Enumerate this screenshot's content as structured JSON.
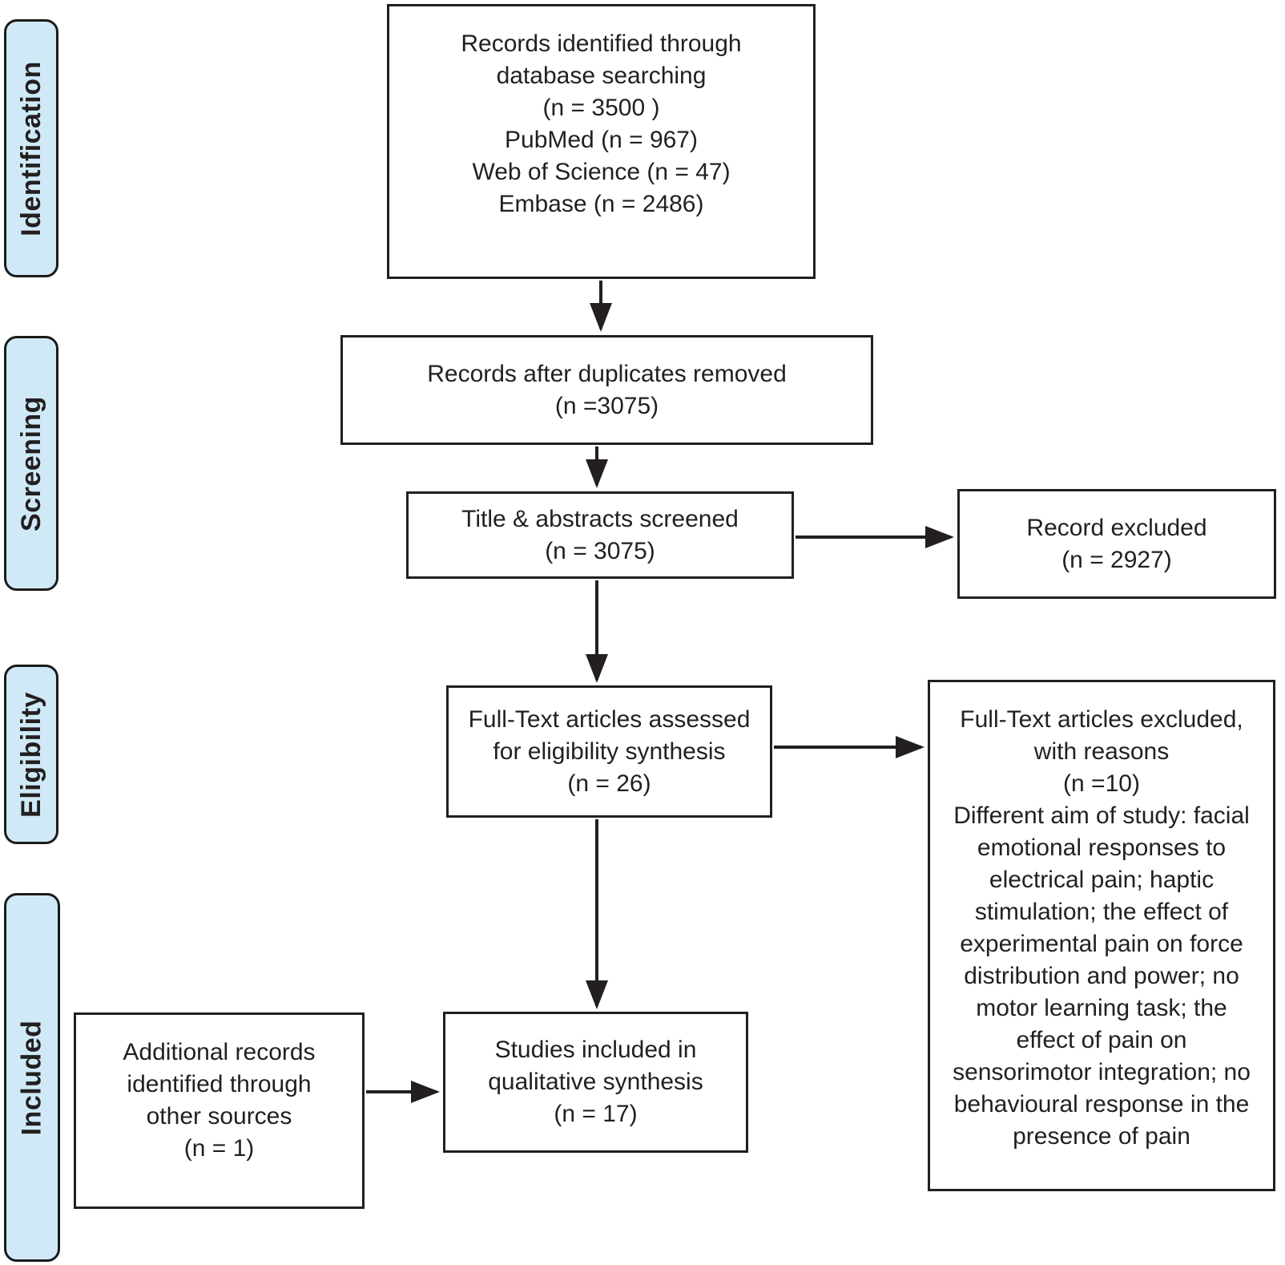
{
  "figure": {
    "type": "prisma-flow-diagram",
    "stages": [
      {
        "id": "identification",
        "label": "Identification"
      },
      {
        "id": "screening",
        "label": "Screening"
      },
      {
        "id": "eligibility",
        "label": "Eligibility"
      },
      {
        "id": "included",
        "label": "Included"
      }
    ],
    "boxes": {
      "records_identified": "Records identified through\ndatabase searching\n(n = 3500 )\nPubMed (n = 967)\nWeb of Science (n = 47)\nEmbase (n = 2486)",
      "duplicates_removed": "Records after duplicates removed\n(n =3075)",
      "title_abstracts_screened": "Title & abstracts screened\n(n = 3075)",
      "record_excluded": "Record excluded\n(n = 2927)",
      "fulltext_assessed": "Full-Text articles assessed\nfor eligibility synthesis\n(n = 26)",
      "fulltext_excluded": "Full-Text articles excluded,\nwith reasons\n(n =10)\nDifferent aim of study: facial\nemotional responses to\nelectrical pain; haptic\nstimulation; the effect of\nexperimental pain on force\ndistribution and power; no\nmotor learning task; the\neffect of pain on\nsensorimotor integration; no\nbehavioural response in the\npresence of pain",
      "studies_included": "Studies included in\nqualitative synthesis\n(n = 17)",
      "additional_records": "Additional records\nidentified through\nother sources\n(n = 1)"
    },
    "colors": {
      "stage_fill": "#cfe9f7",
      "stage_border": "#1b1b1b",
      "box_border": "#231f20",
      "box_fill": "#ffffff",
      "text": "#231f20",
      "arrow": "#231f20",
      "background": "#ffffff"
    }
  }
}
